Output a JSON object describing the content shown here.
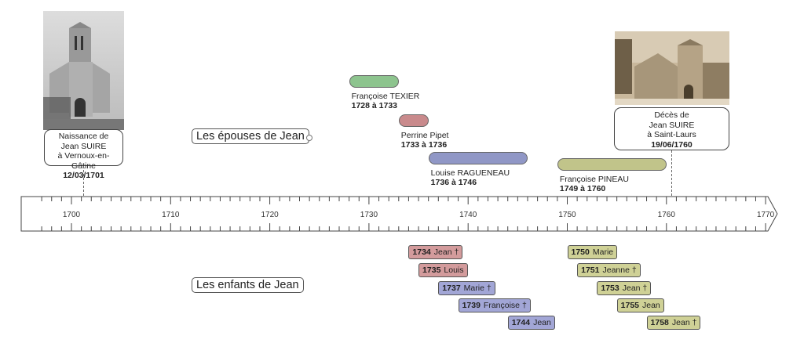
{
  "axis": {
    "start": 1697,
    "end": 1771,
    "labels": [
      1700,
      1710,
      1720,
      1730,
      1740,
      1750,
      1760,
      1770
    ]
  },
  "birth": {
    "line1": "Naissance de",
    "line2": "Jean SUIRE",
    "line3": "à Vernoux-en-Gâtine",
    "date": "12/03/1701",
    "year": 1701.2
  },
  "death": {
    "line1": "Décès de",
    "line2": "Jean SUIRE",
    "line3": "à Saint-Laurs",
    "date": "19/06/1760",
    "year": 1760.5
  },
  "groups": {
    "spouses": "Les épouses de Jean",
    "children": "Les enfants de Jean"
  },
  "spouses": [
    {
      "name": "Françoise TEXIER",
      "period": "1728 à 1733",
      "from": 1728,
      "to": 1733,
      "color": "#8dc48e"
    },
    {
      "name": "Perrine Pipet",
      "period": "1733 à 1736",
      "from": 1733,
      "to": 1736,
      "color": "#c98a8c"
    },
    {
      "name": "Louise RAGUENEAU",
      "period": "1736 à 1746",
      "from": 1736,
      "to": 1746,
      "color": "#9097c6"
    },
    {
      "name": "Françoise PINEAU",
      "period": "1749 à 1760",
      "from": 1749,
      "to": 1760,
      "color": "#c1c48a"
    }
  ],
  "children": [
    {
      "year": "1734",
      "name": "Jean †",
      "color": "#d39b9c"
    },
    {
      "year": "1735",
      "name": "Louis",
      "color": "#d39b9c"
    },
    {
      "year": "1737",
      "name": "Marie †",
      "color": "#a2a6d6"
    },
    {
      "year": "1739",
      "name": "Françoise †",
      "color": "#a2a6d6"
    },
    {
      "year": "1744",
      "name": "Jean",
      "color": "#a2a6d6"
    },
    {
      "year": "1750",
      "name": "Marie",
      "color": "#cfd196"
    },
    {
      "year": "1751",
      "name": "Jeanne †",
      "color": "#cfd196"
    },
    {
      "year": "1753",
      "name": "Jean †",
      "color": "#cfd196"
    },
    {
      "year": "1755",
      "name": "Jean",
      "color": "#cfd196"
    },
    {
      "year": "1758",
      "name": "Jean †",
      "color": "#cfd196"
    }
  ]
}
